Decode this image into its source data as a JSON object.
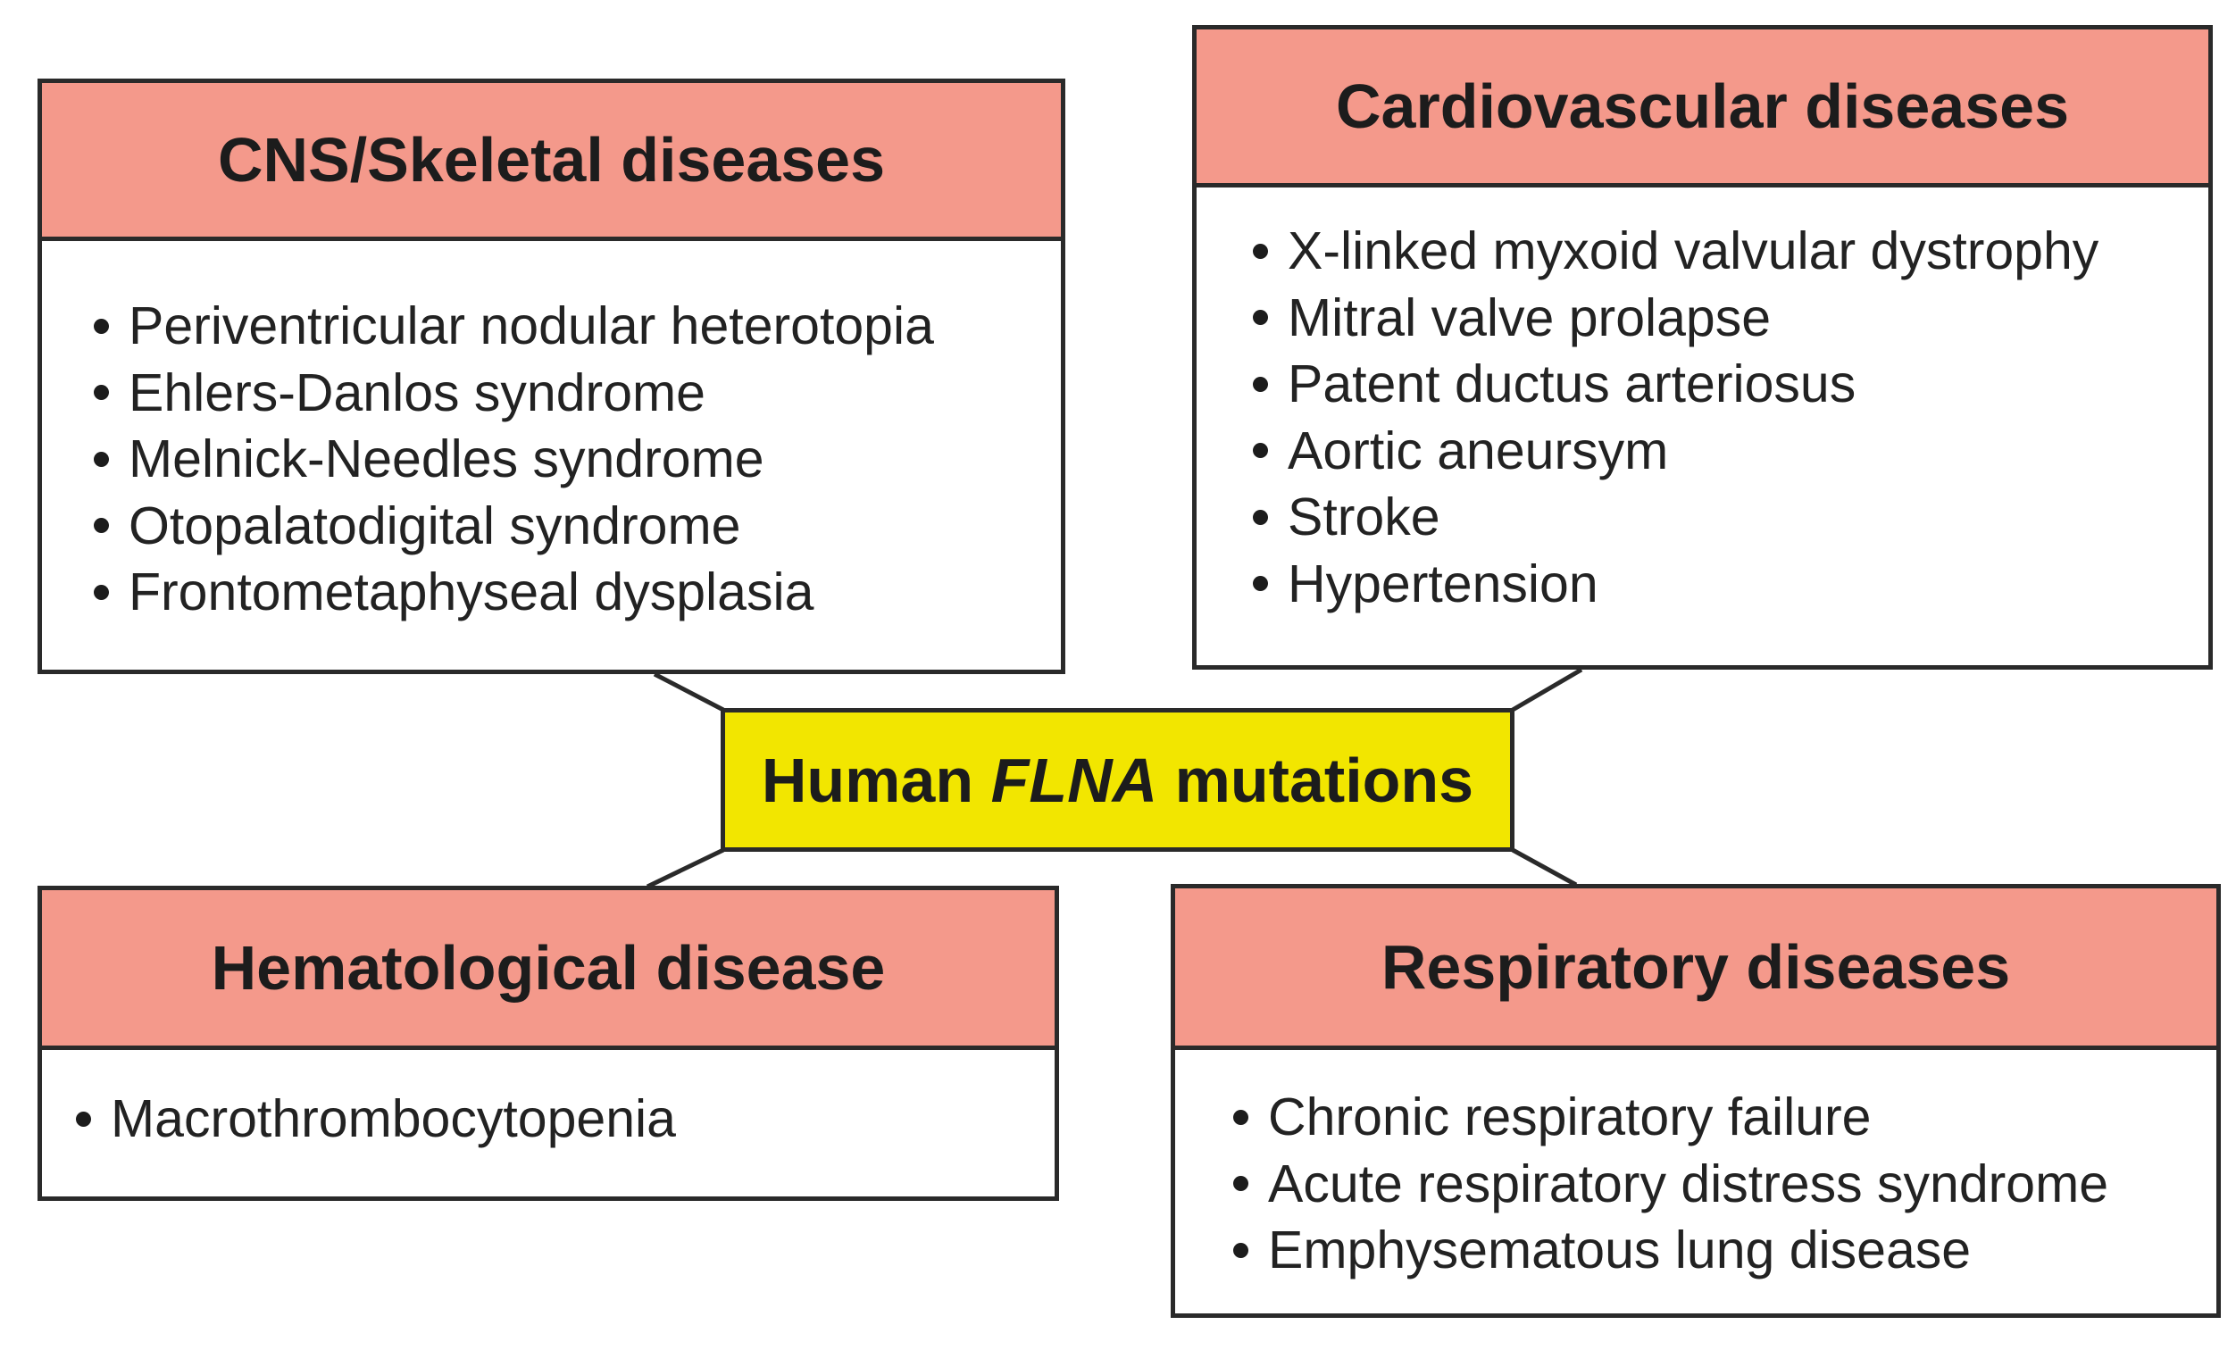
{
  "center": {
    "prefix": "Human ",
    "gene": "FLNA",
    "suffix": " mutations"
  },
  "categories": {
    "cns": {
      "title": "CNS/Skeletal diseases",
      "items": [
        "Periventricular nodular heterotopia",
        "Ehlers-Danlos syndrome",
        "Melnick-Needles syndrome",
        "Otopalatodigital syndrome",
        "Frontometaphyseal dysplasia"
      ]
    },
    "cardio": {
      "title": "Cardiovascular diseases",
      "items": [
        "X-linked myxoid valvular dystrophy",
        "Mitral valve prolapse",
        "Patent ductus arteriosus",
        "Aortic aneursym",
        "Stroke",
        "Hypertension"
      ]
    },
    "hema": {
      "title": "Hematological disease",
      "items": [
        "Macrothrombocytopenia"
      ]
    },
    "resp": {
      "title": "Respiratory diseases",
      "items": [
        "Chronic respiratory failure",
        "Acute respiratory distress syndrome",
        "Emphysematous lung disease"
      ]
    }
  },
  "colors": {
    "header_fill": "#f4998b",
    "center_fill": "#f2e600",
    "border": "#2a2a2a"
  }
}
